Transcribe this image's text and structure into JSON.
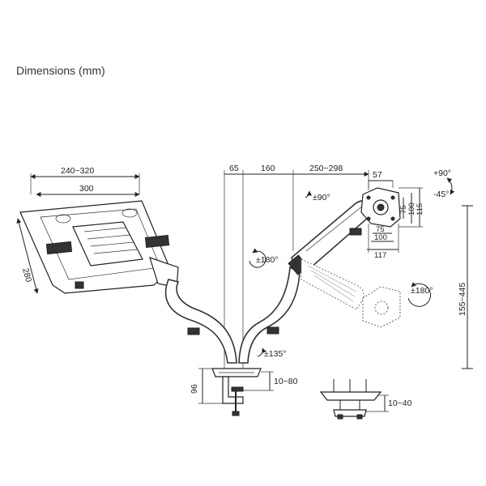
{
  "title": "Dimensions (mm)",
  "dimensions": {
    "tray_outer_width": "240~320",
    "tray_inner_width": "300",
    "tray_depth": "280",
    "pole_offset_65": "65",
    "arm_segment_160": "160",
    "arm_reach": "250~298",
    "vesa_head_width": "57",
    "vesa_75": "75",
    "vesa_100": "100",
    "vesa_115": "115",
    "vesa_117": "117",
    "vesa_v75": "75",
    "vesa_v100": "100",
    "vesa_v115": "115",
    "height_range": "155~445",
    "clamp_height": "96",
    "clamp_desk_range": "10~80",
    "grommet_range": "10~40"
  },
  "angles": {
    "tilt_up": "+90°",
    "tilt_down": "-45°",
    "swivel_head": "±90°",
    "rotation_arm": "±180°",
    "rotation_screen": "±180°",
    "rotation_base": "±135°"
  }
}
